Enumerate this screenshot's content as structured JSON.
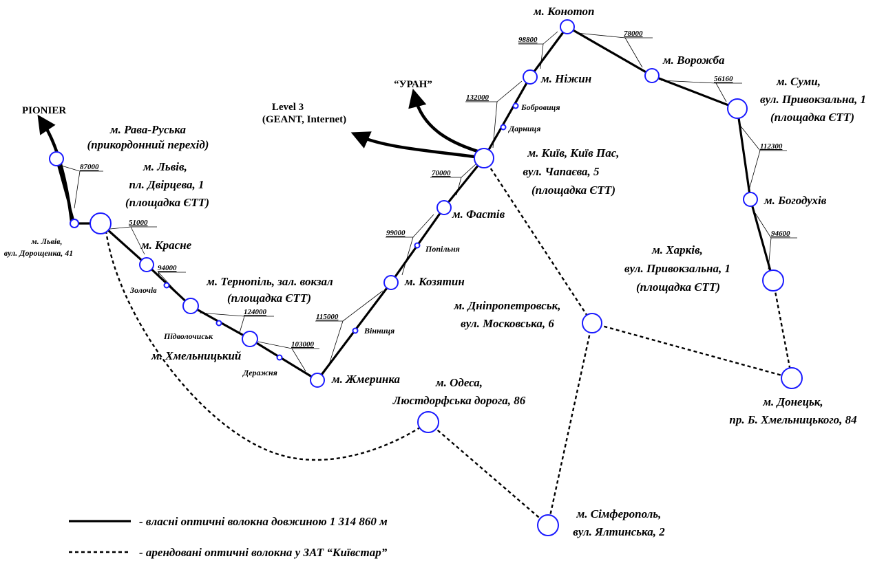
{
  "external": {
    "pionier": "PIONIER",
    "level3_line1": "Level 3",
    "level3_line2": "(GEANT, Internet)",
    "uran": "“УРАН”"
  },
  "nodes": {
    "rava": [
      "м. Рава-Руська",
      "(прикордонний перехід)"
    ],
    "lviv_center": [
      "м. Львів,",
      "пл. Двірцева, 1",
      "(площадка ЄТТ)"
    ],
    "lviv_dor": [
      "м. Львів,",
      "вул. Дорощенка, 41"
    ],
    "krasne": "м. Красне",
    "zolochiv": "Золочів",
    "ternopil": [
      "м. Тернопіль, зал. вокзал",
      "(площадка ЄТТ)"
    ],
    "pidvolochysk": "Підволочиськ",
    "khmelnytskyi": "м. Хмельницький",
    "derazhnia": "Деражня",
    "zhmerynka": "м. Жмеринка",
    "vinnytsia": "Вінниця",
    "koziatyn": "м. Козятин",
    "popilnia": "Попільня",
    "fastiv": "м. Фастів",
    "kyiv": [
      "м. Київ, Київ Пас,",
      "вул. Чапаєва, 5",
      "(площадка ЄТТ)"
    ],
    "darnytsia": "Дарниця",
    "brovary": "Бобровиця",
    "nizhyn": "м. Ніжин",
    "konotop": "м. Конотоп",
    "vorozhba": "м. Ворожба",
    "sumy": [
      "м. Суми,",
      "вул. Привокзальна, 1",
      "(площадка ЄТТ)"
    ],
    "bohodukhiv": "м. Богодухів",
    "kharkiv": [
      "м. Харків,",
      "вул. Привокзальна, 1",
      "(площадка ЄТТ)"
    ],
    "dnipro": [
      "м. Дніпропетровськ,",
      "вул. Московська, 6"
    ],
    "donetsk": [
      "м. Донецьк,",
      "пр. Б. Хмельницького, 84"
    ],
    "odesa": [
      "м. Одеса,",
      "Люстдорфська дорога, 86"
    ],
    "simferopol": [
      "м. Сімферополь,",
      "вул. Ялтинська, 2"
    ]
  },
  "distances": {
    "rava_lviv": "87000",
    "lviv_krasne": "51000",
    "krasne_ternopil": "94000",
    "ternopil_khmelnytskyi": "124000",
    "khmelnytskyi_zhmerynka": "103000",
    "zhmerynka_koziatyn": "115000",
    "koziatyn_fastiv": "99000",
    "fastiv_kyiv": "70000",
    "kyiv_nizhyn": "132000",
    "nizhyn_konotop": "98800",
    "konotop_vorozhba": "78000",
    "vorozhba_sumy": "56160",
    "sumy_bohodukhiv": "112300",
    "bohodukhiv_kharkiv": "94600"
  },
  "legend": {
    "own": "- власні оптичні волокна довжиною 1 314 860 м",
    "leased": "- арендовані оптичні волокна у ЗАТ “Київстар”"
  },
  "colors": {
    "node_stroke": "#1a1aff",
    "line": "#000000"
  }
}
